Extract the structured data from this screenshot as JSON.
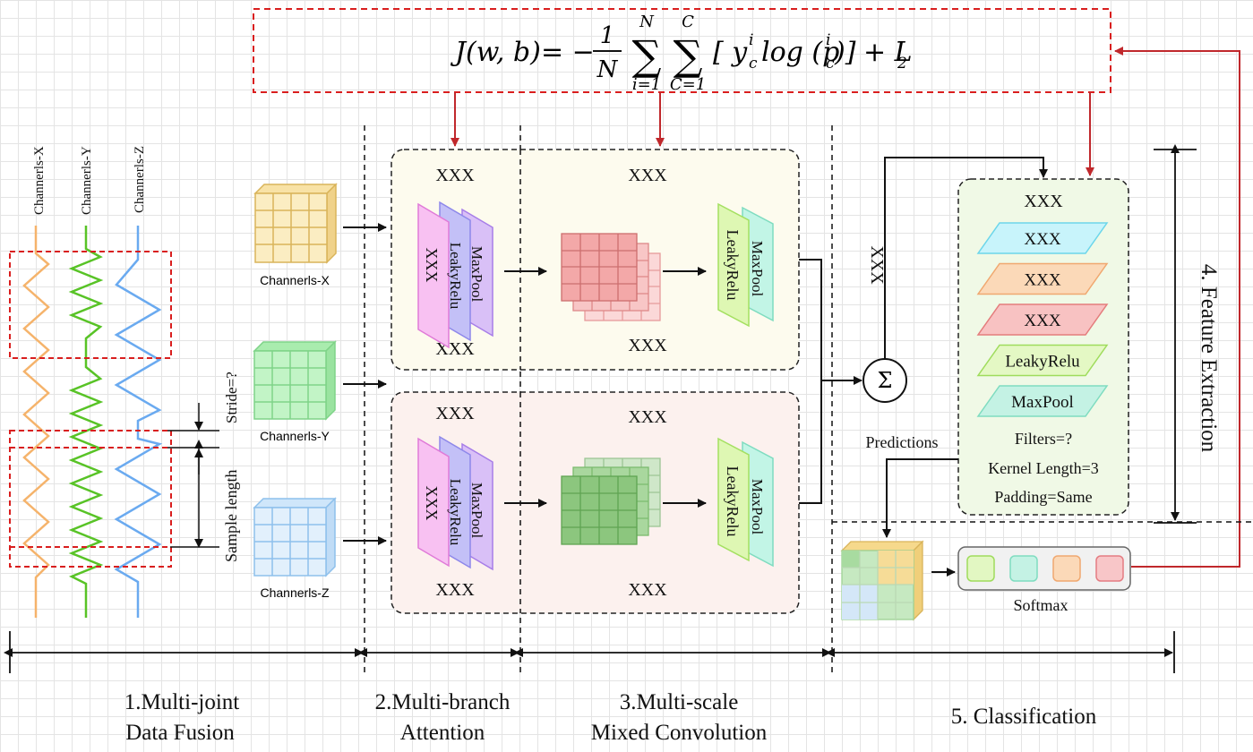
{
  "formula": {
    "lhs": "J(w, b)",
    "eq": "= −",
    "frac_num": "1",
    "frac_den": "N",
    "sum1_top": "N",
    "sum1_bottom": "i=1",
    "sum2_top": "C",
    "sum2_bottom": "C=1",
    "body": "[ y",
    "y_sub": "c",
    "y_sup": "i",
    "log": "log (p",
    "p_sub": "c",
    "p_sup": "i",
    "close": ")]",
    "tail": "+ L",
    "tail_sub": "2"
  },
  "channels": {
    "x": "Channerls-X",
    "y": "Channerls-Y",
    "z": "Channerls-Z"
  },
  "fusion": {
    "stride": "Stride=?",
    "sample_length": "Sample length"
  },
  "attention": {
    "top_title": "XXX",
    "top_bottom": "XXX",
    "bot_title": "XXX",
    "bot_bottom": "XXX",
    "layer_xxx": "XXX",
    "layer_leaky": "LeakyRelu",
    "layer_maxpool": "MaxPool"
  },
  "mixed": {
    "top_title": "XXX",
    "top_bottom": "XXX",
    "bot_title": "XXX",
    "bot_bottom": "XXX",
    "leaky": "LeakyRelu",
    "maxpool": "MaxPool"
  },
  "feature": {
    "side_label": "XXX",
    "title": "XXX",
    "layers": [
      "XXX",
      "XXX",
      "XXX",
      "LeakyRelu",
      "MaxPool"
    ],
    "filters": "Filters=?",
    "kernel": "Kernel Length=3",
    "padding": "Padding=Same",
    "vertical_label": "4. Feature Extraction",
    "predictions": "Predictions"
  },
  "classification": {
    "softmax": "Softmax"
  },
  "sections": {
    "s1_line1": "1.Multi-joint",
    "s1_line2": "Data Fusion",
    "s2_line1": "2.Multi-branch",
    "s2_line2": "Attention",
    "s3_line1": "3.Multi-scale",
    "s3_line2": "Mixed Convolution",
    "s5": "5. Classification"
  },
  "colors": {
    "orange": "#f5b36b",
    "green": "#58c326",
    "blue": "#6aaaf0",
    "red_dash": "#d91e1e",
    "dark_red": "#c0282c",
    "pink": "#f7b3f0",
    "lavender": "#b9b3f5",
    "purple": "#d2b6f7",
    "lime": "#d9f7a8",
    "mint": "#b6f7e6"
  }
}
